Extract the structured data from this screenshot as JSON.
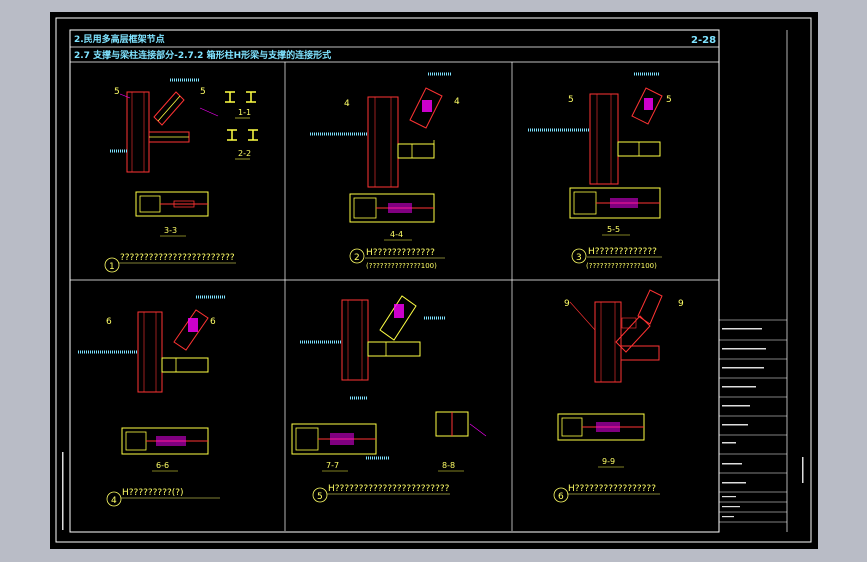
{
  "header": {
    "line1": "2.民用多高层框架节点",
    "line2": "2.7 支撑与梁柱连接部分-2.7.2 箱形柱H形梁与支撑的连接形式",
    "sheet_number": "2-28"
  },
  "details": [
    {
      "num": "1",
      "caption": "????????????????????????",
      "sub": "",
      "section": "3-3"
    },
    {
      "num": "2",
      "caption": "H?????????????",
      "sub": "(??????????????100)",
      "section": "4-4"
    },
    {
      "num": "3",
      "caption": "H?????????????",
      "sub": "(??????????????100)",
      "section": "5-5"
    },
    {
      "num": "4",
      "caption": "H?????????(?)",
      "sub": "",
      "section": "6-6"
    },
    {
      "num": "5",
      "caption": "H????????????????????????",
      "sub": "",
      "section": "7-7"
    },
    {
      "num": "6",
      "caption": "H?????????????????",
      "sub": "",
      "section": "9-9"
    }
  ],
  "extra_sections": [
    "1-1",
    "2-2",
    "8-8"
  ],
  "colors": {
    "frame": "#ffffff",
    "title": "#7fe3ff",
    "label": "#ffff66",
    "steel": "#ff3333",
    "section": "#ffff44",
    "leader": "#ff00ff",
    "weld": "#7fe3ff"
  }
}
